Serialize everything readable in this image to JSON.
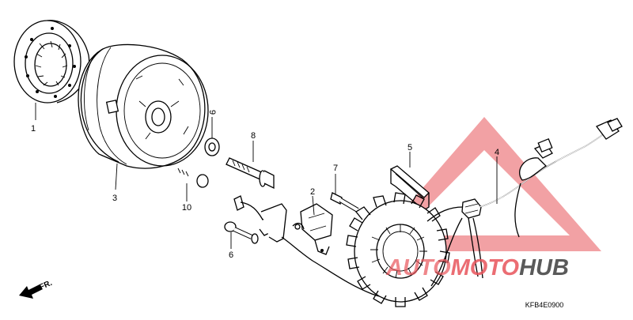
{
  "parts": [
    {
      "number": "1"
    },
    {
      "number": "2"
    },
    {
      "number": "3"
    },
    {
      "number": "4"
    },
    {
      "number": "5"
    },
    {
      "number": "6"
    },
    {
      "number": "7"
    },
    {
      "number": "8"
    },
    {
      "number": "9"
    },
    {
      "number": "10"
    }
  ],
  "direction_label": "FR.",
  "diagram_code": "KFB4E0900",
  "watermark": {
    "prefix": "AUTO",
    "middle": "MOTO",
    "suffix": "HUB",
    "color_red": "#e8545a",
    "color_gray": "#5a5a5a"
  }
}
